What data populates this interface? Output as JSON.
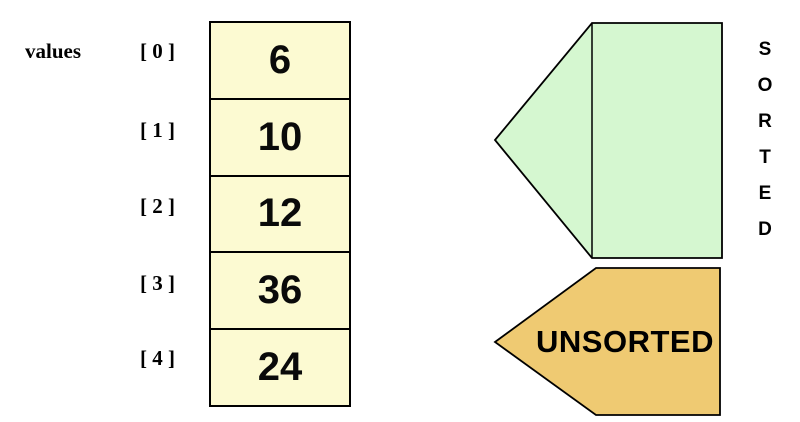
{
  "array": {
    "name_label": "values",
    "cell_fill": "#FCFAD2",
    "border_color": "#000000",
    "cells": [
      {
        "index_label": "[ 0 ]",
        "value": "6"
      },
      {
        "index_label": "[ 1 ]",
        "value": "10"
      },
      {
        "index_label": "[ 2 ]",
        "value": "12"
      },
      {
        "index_label": "[ 3 ]",
        "value": "36"
      },
      {
        "index_label": "[ 4 ]",
        "value": "24"
      }
    ]
  },
  "sorted_arrow": {
    "label": "SORTED",
    "letters": [
      "S",
      "O",
      "R",
      "T",
      "E",
      "D"
    ],
    "fill": "#D5F7D0",
    "outline": "#000000"
  },
  "unsorted_arrow": {
    "label": "UNSORTED",
    "fill": "#EFCA72",
    "outline": "#000000"
  }
}
